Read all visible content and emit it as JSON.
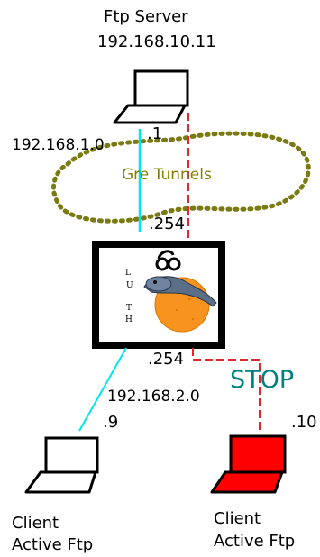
{
  "server": {
    "title": "Ftp Server",
    "ip": "192.168.10.11",
    "host_suffix": ".1"
  },
  "network_top": "192.168.1.0",
  "tunnel_label": "Gre Tunnels",
  "router": {
    "top_suffix": ".254",
    "bottom_suffix": ".254",
    "logo_letters": [
      "L",
      "U",
      "T",
      "H"
    ]
  },
  "network_bottom": "192.168.2.0",
  "client_left": {
    "suffix": ".9",
    "line1": "Client",
    "line2": "Active Ftp"
  },
  "client_right": {
    "suffix": ".10",
    "line1": "Client",
    "line2": "Active Ftp",
    "color": "#ff0000"
  },
  "stop_label": "STOP",
  "colors": {
    "link_cyan": "#00e5ee",
    "link_red": "#e0282e",
    "tunnel_olive": "#7a7a10",
    "stop_teal": "#008080"
  }
}
